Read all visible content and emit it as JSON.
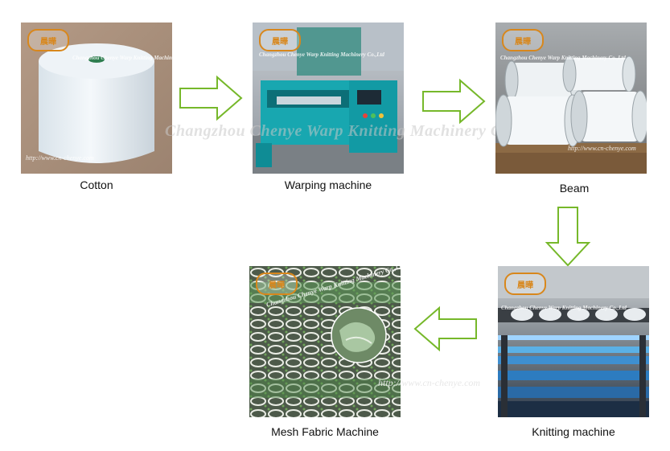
{
  "steps": [
    {
      "id": "cotton",
      "label": "Cotton"
    },
    {
      "id": "warping",
      "label": "Warping machine"
    },
    {
      "id": "beam",
      "label": "Beam"
    },
    {
      "id": "knitting",
      "label": "Knitting machine"
    },
    {
      "id": "mesh",
      "label": "Mesh Fabric Machine"
    }
  ],
  "watermark": {
    "company": "Changzhou Chenye Warp Knitting Machinery Co.,Ltd",
    "url": "http://www.cn-chenye.com",
    "logo_text": "晨曄"
  },
  "colors": {
    "arrow_stroke": "#76b82a",
    "arrow_fill": "#ffffff",
    "logo": "#d8871c"
  }
}
